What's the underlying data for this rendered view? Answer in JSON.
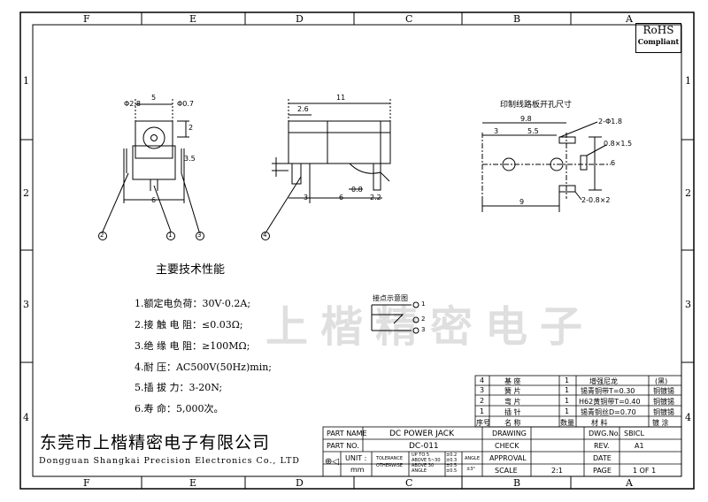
{
  "zones_top": [
    "F",
    "E",
    "D",
    "C",
    "B",
    "A"
  ],
  "zones_side": [
    "1",
    "2",
    "3",
    "4"
  ],
  "rohs": {
    "line1": "RoHS",
    "line2": "Compliant"
  },
  "pcb_title": "印制线路板开孔尺寸",
  "tech_title": "主要技术性能",
  "specs": [
    "1.额定电负荷：30V·0.2A;",
    "2.接 触 电 阻：≤0.03Ω;",
    "3.绝 缘 电 阻：≥100MΩ;",
    "4.耐       压：AC500V(50Hz)min;",
    "5.插   拔   力：3-20N;",
    "6.寿       命：5,000次。"
  ],
  "contact_title": "接点示意图",
  "watermark": "上楷精密电子",
  "company": {
    "cn": "东莞市上楷精密电子有限公司",
    "en": "Dongguan Shangkai Precision Electronics Co., LTD"
  },
  "dims": {
    "front_top": "5",
    "phi_left": "Φ2.8",
    "phi_right": "Φ0.7",
    "front_right": "2",
    "front_35": "3.5",
    "front_bottom": "6",
    "side_top": "11",
    "side_26": "2.6",
    "side_08": "0.8",
    "side_6": "6",
    "side_22": "2.2",
    "side_3": "3",
    "pcb_98": "9.8",
    "pcb_3": "3",
    "pcb_55": "5.5",
    "pcb_phi18": "2-Φ1.8",
    "pcb_slot": "0.8×1.5",
    "pcb_6": "6",
    "pcb_9": "9",
    "pcb_slot2": "2-0.8×2"
  },
  "balloons": [
    "2",
    "1",
    "3",
    "4"
  ],
  "contact_pins": [
    "1",
    "2",
    "3"
  ],
  "bom": {
    "rows": [
      {
        "no": "4",
        "name": "基      座",
        "qty": "1",
        "material": "增强尼龙",
        "finish": "(黑)"
      },
      {
        "no": "3",
        "name": "簧      片",
        "qty": "1",
        "material": "锡青铜带T=0.30",
        "finish": "铜镀锡"
      },
      {
        "no": "2",
        "name": "弯      片",
        "qty": "1",
        "material": "H62黄铜带T=0.40",
        "finish": "铜镀锡"
      },
      {
        "no": "1",
        "name": "插      针",
        "qty": "1",
        "material": "锡青铜丝D=0.70",
        "finish": "铜镀锡"
      }
    ],
    "header": {
      "no": "序号",
      "name": "名      称",
      "qty": "数量",
      "material": "材      料",
      "finish": "镀      涂"
    }
  },
  "title_block": {
    "part_name_label": "PART NAME",
    "part_name": "DC POWER JACK",
    "part_no_label": "PART NO.",
    "part_no": "DC-011",
    "unit_label": "UNIT :",
    "unit": "mm",
    "tolerance": "TOLERANCE",
    "otherwise": "OTHERWISE",
    "tol_rows": [
      {
        "range": "UP TO 5",
        "val": "±0.2"
      },
      {
        "range": "ABOVE 5~30",
        "val": "±0.3"
      },
      {
        "range": "ABOVE 30",
        "val": "±0.5"
      }
    ],
    "angle_label": "ANGLE",
    "angle_val": "±3°",
    "angle_left": "ANGLE",
    "angle_left_val": "±0.5",
    "drawing": "DRAWING",
    "check": "CHECK",
    "approval": "APPROVAL",
    "scale": "SCALE",
    "scale_val": "2:1",
    "dwg_no_label": "DWG.No.",
    "dwg_no": "SBICL",
    "rev_label": "REV.",
    "rev": "A1",
    "date_label": "DATE",
    "page_label": "PAGE",
    "page": "1 OF 1"
  }
}
